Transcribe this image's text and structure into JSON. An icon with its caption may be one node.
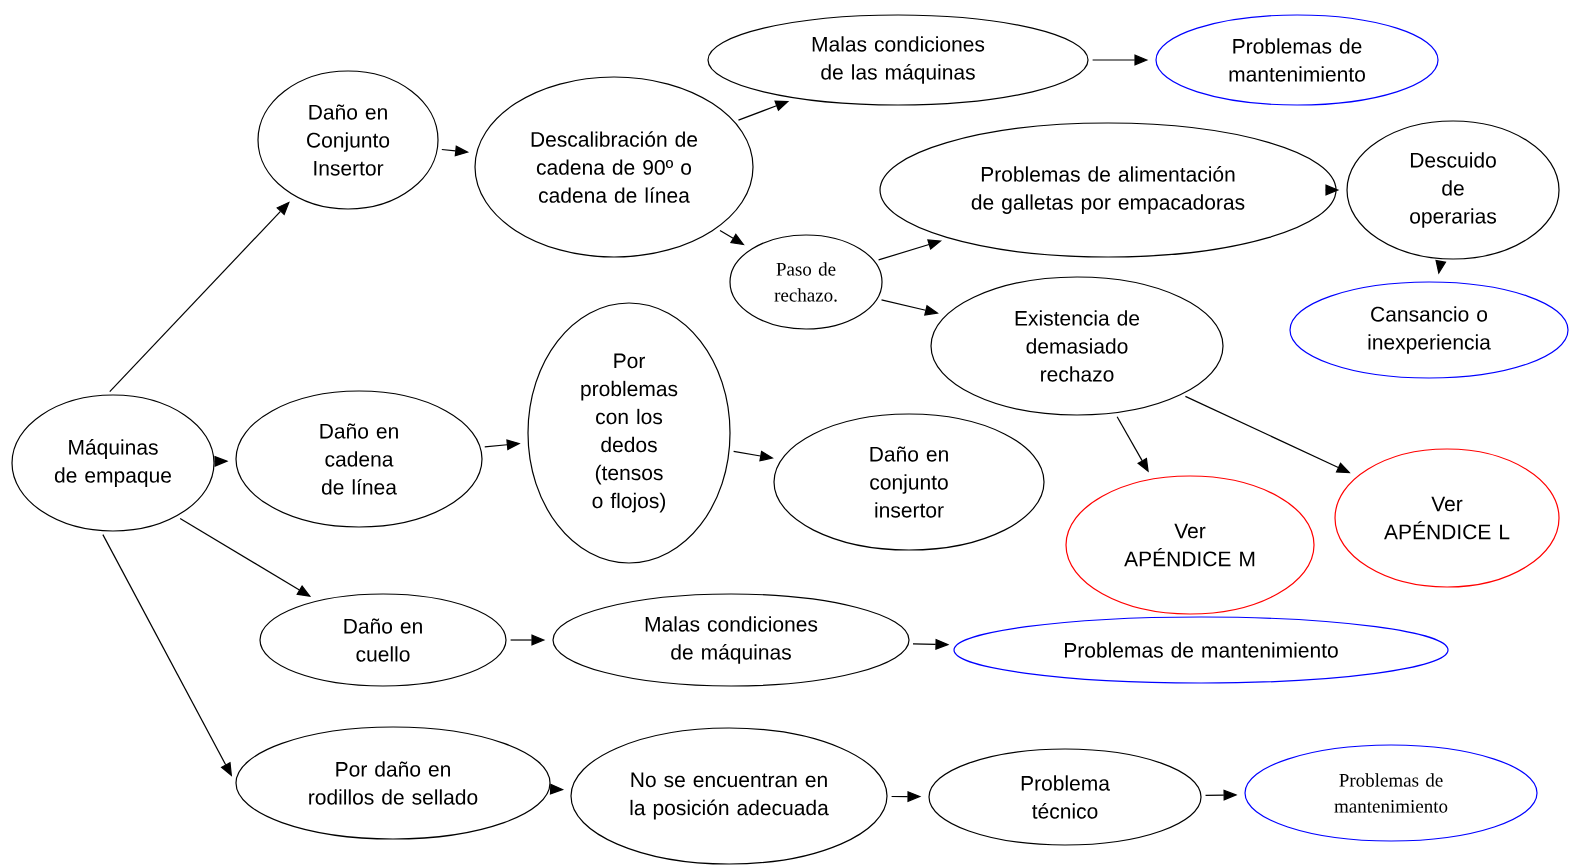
{
  "diagram": {
    "nodes": [
      {
        "text": [
          "Máquinas de empaque"
        ]
      },
      {
        "text": [
          "Daño en Conjunto Insertor"
        ]
      },
      {
        "text": [
          "Descalibración de cadena de 90º o cadena de línea"
        ]
      },
      {
        "text": [
          "Malas condiciones de las máquinas"
        ]
      },
      {
        "text": [
          "Problemas de mantenimiento"
        ]
      },
      {
        "text": [
          "Paso de rechazo."
        ]
      },
      {
        "text": [
          "Problemas de alimentación de galletas por empacadoras"
        ]
      },
      {
        "text": [
          "Descuido de operarias"
        ]
      },
      {
        "text": [
          "Cansancio o inexperiencia"
        ]
      },
      {
        "text": [
          "Existencia de demasiado rechazo"
        ]
      },
      {
        "text": [
          "Ver APÉNDICE M"
        ]
      },
      {
        "text": [
          "Ver APÉNDICE L"
        ]
      },
      {
        "text": [
          "Daño en cadena de línea"
        ]
      },
      {
        "text": [
          "Por problemas con los dedos (tensos o flojos)"
        ]
      },
      {
        "text": [
          "Daño en conjunto insertor"
        ]
      },
      {
        "text": [
          "Daño en cuello"
        ]
      },
      {
        "text": [
          "Malas condiciones de máquinas"
        ]
      },
      {
        "text": [
          "Problemas de mantenimiento"
        ]
      },
      {
        "text": [
          "Por daño en rodillos de sellado"
        ]
      },
      {
        "text": [
          "No se encuentran en la posición adecuada"
        ]
      },
      {
        "text": [
          "Problema técnico"
        ]
      },
      {
        "text": [
          "Problemas de mantenimiento"
        ]
      }
    ],
    "edges": [
      {
        "from": 0,
        "to": 1,
        "arrow": "to"
      },
      {
        "from": 0,
        "to": 12,
        "arrow": "to"
      },
      {
        "from": 0,
        "to": 15,
        "arrow": "to"
      },
      {
        "from": 0,
        "to": 18,
        "arrow": "to"
      },
      {
        "from": 1,
        "to": 2,
        "arrow": "to"
      },
      {
        "from": 2,
        "to": 3,
        "arrow": "to"
      },
      {
        "from": 3,
        "to": 4,
        "arrow": "to"
      },
      {
        "from": 2,
        "to": 5,
        "arrow": "to"
      },
      {
        "from": 5,
        "to": 6,
        "arrow": "to"
      },
      {
        "from": 5,
        "to": 9,
        "arrow": "to"
      },
      {
        "from": 6,
        "to": 7,
        "arrow": "to"
      },
      {
        "from": 7,
        "to": 8,
        "arrow": "to"
      },
      {
        "from": 9,
        "to": 10,
        "arrow": "to"
      },
      {
        "from": 9,
        "to": 11,
        "arrow": "to"
      },
      {
        "from": 12,
        "to": 13,
        "arrow": "to"
      },
      {
        "from": 13,
        "to": 14,
        "arrow": "to"
      },
      {
        "from": 15,
        "to": 16,
        "arrow": "to"
      },
      {
        "from": 16,
        "to": 17,
        "arrow": "to"
      },
      {
        "from": 18,
        "to": 19,
        "arrow": "to"
      },
      {
        "from": 19,
        "to": 20,
        "arrow": "to"
      },
      {
        "from": 20,
        "to": 21,
        "arrow": "to"
      }
    ]
  }
}
